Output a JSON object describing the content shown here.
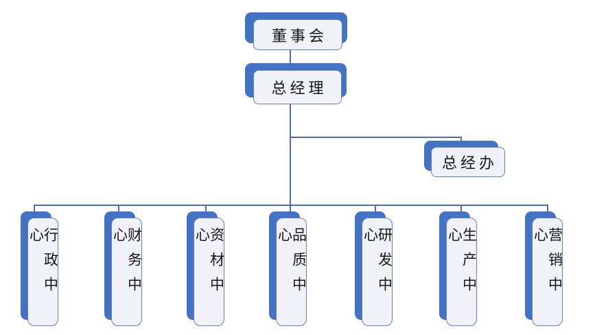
{
  "diagram": {
    "type": "org-chart",
    "description": "Company organization chart"
  },
  "nodes": {
    "board": {
      "label": "董事会",
      "level": 1
    },
    "general_manager": {
      "label": "总经理",
      "level": 2
    },
    "gm_office": {
      "label": "总经办",
      "level": 3
    }
  },
  "departments": [
    {
      "label": "行政中心"
    },
    {
      "label": "财务中心"
    },
    {
      "label": "资材中心"
    },
    {
      "label": "品质中心"
    },
    {
      "label": "研发中心"
    },
    {
      "label": "生产中心"
    },
    {
      "label": "营销中心"
    }
  ],
  "hierarchy": {
    "董事会": [
      "总经理"
    ],
    "总经理": [
      "总经办",
      "行政中心",
      "财务中心",
      "资材中心",
      "品质中心",
      "研发中心",
      "生产中心",
      "营销中心"
    ]
  },
  "theme": {
    "accent": "#4472c4",
    "node_fill": "#f1f2f8",
    "node_border": "#5b80c6",
    "line_color": "#466eb4",
    "text_color": "#161616",
    "background": "#ffffff"
  }
}
